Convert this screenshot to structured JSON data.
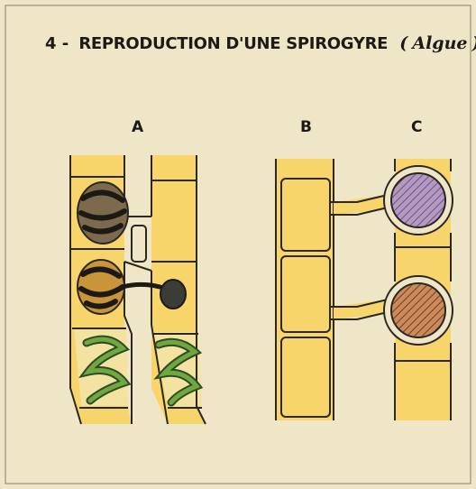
{
  "title": {
    "number": "4 -",
    "main": "REPRODUCTION D'UNE SPIROGYRE",
    "open_paren": "(",
    "italic": "Algue",
    "close_paren": ")"
  },
  "labels": {
    "a": "A",
    "b": "B",
    "c": "C"
  },
  "colors": {
    "paper": "#efe6c8",
    "cell_yellow": "#f7d56a",
    "zygote_c1": "#9b7aa8",
    "zygote_c2": "#a8603c",
    "chloroplast_green": "#6fa83c"
  }
}
